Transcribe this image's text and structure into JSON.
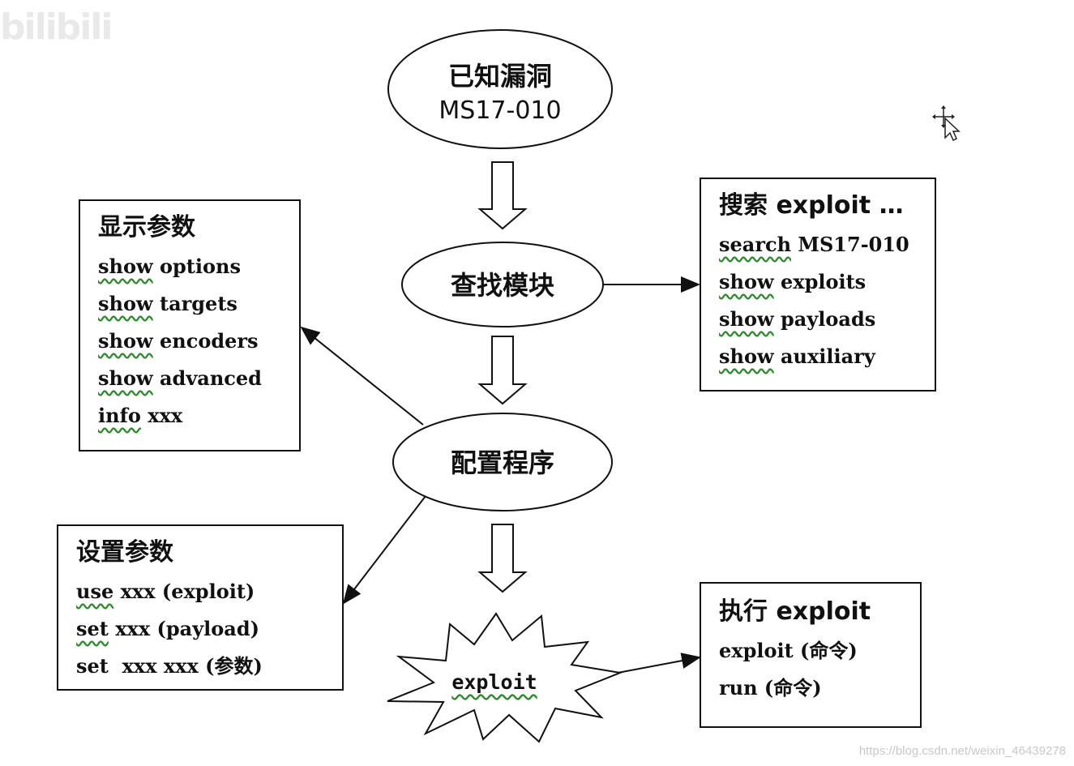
{
  "logo": "bilibili",
  "nodes": {
    "known_vuln": {
      "title": "已知漏洞",
      "sub": "MS17-010"
    },
    "find_module": {
      "title": "查找模块"
    },
    "config_program": {
      "title": "配置程序"
    },
    "exploit_burst": {
      "title": "exploit"
    }
  },
  "search_box": {
    "title": "搜索 exploit …",
    "lines": [
      {
        "kw": "search",
        "rest": " MS17-010"
      },
      {
        "kw": "show",
        "rest": " exploits"
      },
      {
        "kw": "show",
        "rest": " payloads"
      },
      {
        "kw": "show",
        "rest": " auxiliary"
      }
    ]
  },
  "display_box": {
    "title": "显示参数",
    "lines": [
      {
        "kw": "show",
        "rest": " options"
      },
      {
        "kw": "show",
        "rest": " targets"
      },
      {
        "kw": "show",
        "rest": " encoders"
      },
      {
        "kw": "show",
        "rest": " advanced"
      },
      {
        "kw": "info",
        "rest": " xxx"
      }
    ]
  },
  "set_box": {
    "title": "设置参数",
    "lines": [
      {
        "kw": "use",
        "rest": " xxx (exploit)"
      },
      {
        "kw": "set",
        "rest": " xxx (payload)"
      },
      {
        "kw": "",
        "rest": "set  xxx xxx (参数)"
      }
    ]
  },
  "exec_box": {
    "title": "执行 exploit",
    "lines": [
      {
        "kw": "",
        "rest": "exploit (命令)"
      },
      {
        "kw": "",
        "rest": "run (命令)"
      }
    ]
  },
  "watermark": "https://blog.csdn.net/weixin_46439278"
}
